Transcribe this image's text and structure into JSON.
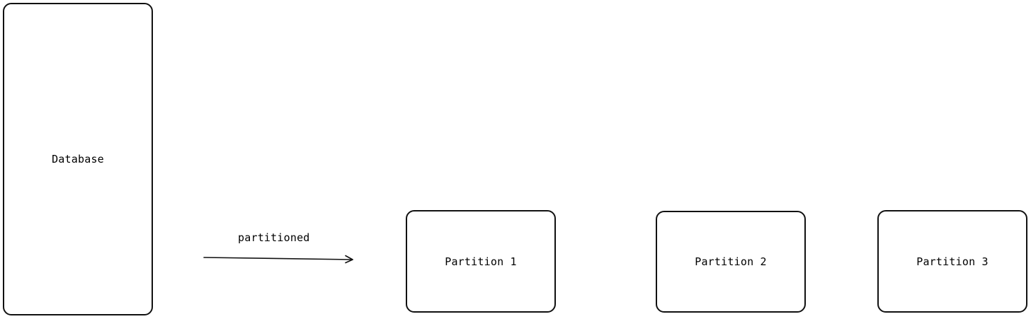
{
  "diagram": {
    "nodes": {
      "database": "Database",
      "partition_1": "Partition 1",
      "partition_2": "Partition 2",
      "partition_3": "Partition 3"
    },
    "edge": {
      "label": "partitioned"
    }
  }
}
